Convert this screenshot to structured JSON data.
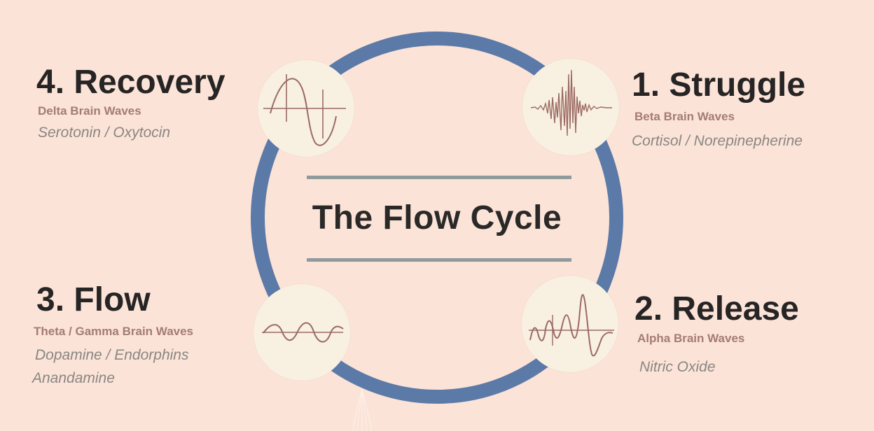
{
  "diagram": {
    "title": "The Flow Cycle"
  },
  "stages": {
    "recovery": {
      "title": "4. Recovery",
      "waves": "Delta Brain Waves",
      "chemicals": "Serotonin / Oxytocin",
      "icon": "delta-wave-icon"
    },
    "struggle": {
      "title": "1. Struggle",
      "waves": "Beta Brain Waves",
      "chemicals": "Cortisol / Norepinepherine",
      "icon": "beta-wave-icon"
    },
    "flow": {
      "title": "3. Flow",
      "waves": "Theta / Gamma Brain Waves",
      "chemicals": "Dopamine / Endorphins",
      "chemicals_2": "Anandamine",
      "icon": "theta-gamma-wave-icon"
    },
    "release": {
      "title": "2. Release",
      "waves": "Alpha Brain Waves",
      "chemicals": "Nitric Oxide",
      "icon": "alpha-wave-icon"
    }
  },
  "colors": {
    "background": "#fbe3d7",
    "ring": "#5b7aa8",
    "node": "#f8f0e1",
    "wave": "#9b6a64",
    "divider": "#8f9a9c",
    "title": "#262424",
    "wave_label": "#a47c74",
    "chem_label": "#8a8683"
  }
}
